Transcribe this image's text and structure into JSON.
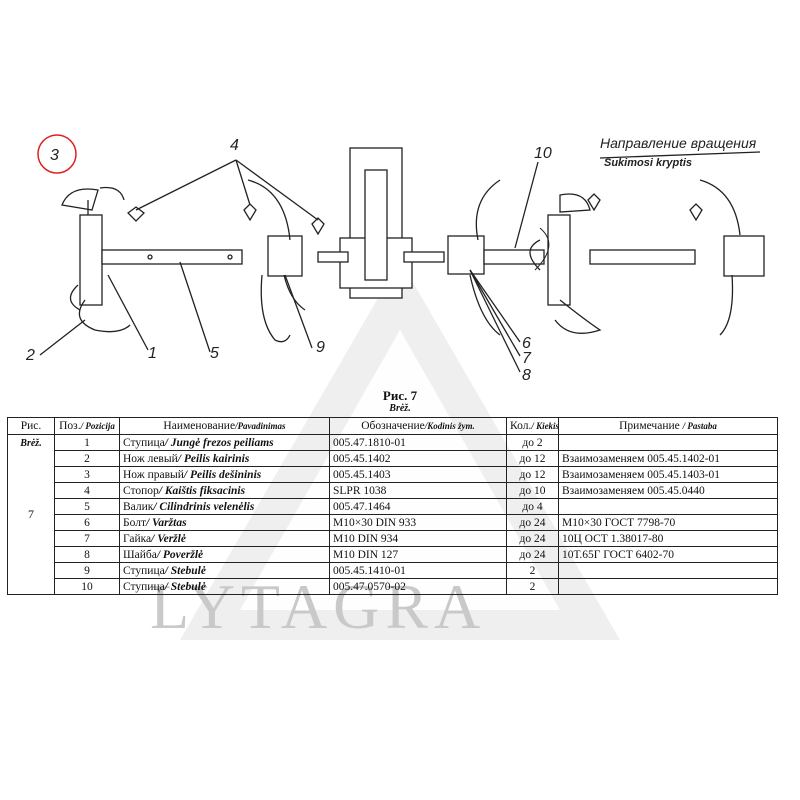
{
  "labels": {
    "callout_3": "3",
    "callout_4": "4",
    "callout_10": "10",
    "callout_2": "2",
    "callout_1": "1",
    "callout_5": "5",
    "callout_9": "9",
    "callout_6": "6",
    "callout_7": "7",
    "callout_8": "8",
    "rotation_ru": "Направление вращения",
    "rotation_lt": "Sukimosi kryptis"
  },
  "figure": {
    "title": "Рис. 7",
    "subtitle": "Brėž."
  },
  "watermark": {
    "text": "LYTAGRA"
  },
  "table": {
    "headers": {
      "ris": "Рис.",
      "pos_ru": "Поз.",
      "pos_lt": "/ Pozicija",
      "name_ru": "Наименование",
      "name_lt": "/Pavadinimas",
      "code_ru": "Обозначение",
      "code_lt": "/Kodinis žym.",
      "qty_ru": "Кол.",
      "qty_lt": "/ Kiekis",
      "note_ru": "Примечание",
      "note_lt": "/ Pastaba"
    },
    "fig_lt": "Brėž.",
    "fig_num": "7",
    "rows": [
      {
        "pos": "1",
        "name_ru": "Ступица",
        "name_lt": "/ Jungė frezos peiliams",
        "code": "005.47.1810-01",
        "qty": "до 2",
        "note": ""
      },
      {
        "pos": "2",
        "name_ru": "Нож левый",
        "name_lt": "/ Peilis kairinis",
        "code": "005.45.1402",
        "qty": "до 12",
        "note": "Взаимозаменяем 005.45.1402-01"
      },
      {
        "pos": "3",
        "name_ru": "Нож правый",
        "name_lt": "/ Peilis dešininis",
        "code": "005.45.1403",
        "qty": "до 12",
        "note": "Взаимозаменяем 005.45.1403-01"
      },
      {
        "pos": "4",
        "name_ru": "Стопор",
        "name_lt": "/ Kaištis fiksacinis",
        "code": "SLPR 1038",
        "qty": "до 10",
        "note": "Взаимозаменяем 005.45.0440"
      },
      {
        "pos": "5",
        "name_ru": "Валик",
        "name_lt": "/ Cilindrinis velenėlis",
        "code": "005.47.1464",
        "qty": "до 4",
        "note": ""
      },
      {
        "pos": "6",
        "name_ru": "Болт",
        "name_lt": "/ Varžtas",
        "code": "М10×30 DIN 933",
        "qty": "до 24",
        "note": "М10×30 ГОСТ 7798-70"
      },
      {
        "pos": "7",
        "name_ru": "Гайка",
        "name_lt": "/ Veržlė",
        "code": "М10 DIN 934",
        "qty": "до 24",
        "note": "10Ц ОСТ 1.38017-80"
      },
      {
        "pos": "8",
        "name_ru": "Шайба",
        "name_lt": "/ Poveržlė",
        "code": "М10 DIN 127",
        "qty": "до 24",
        "note": "10Т.65Г ГОСТ 6402-70"
      },
      {
        "pos": "9",
        "name_ru": "Ступица",
        "name_lt": "/ Stebulė",
        "code": "005.45.1410-01",
        "qty": "2",
        "note": ""
      },
      {
        "pos": "10",
        "name_ru": "Ступица",
        "name_lt": "/ Stebulė",
        "code": "005.47.0570-02",
        "qty": "2",
        "note": ""
      }
    ]
  }
}
